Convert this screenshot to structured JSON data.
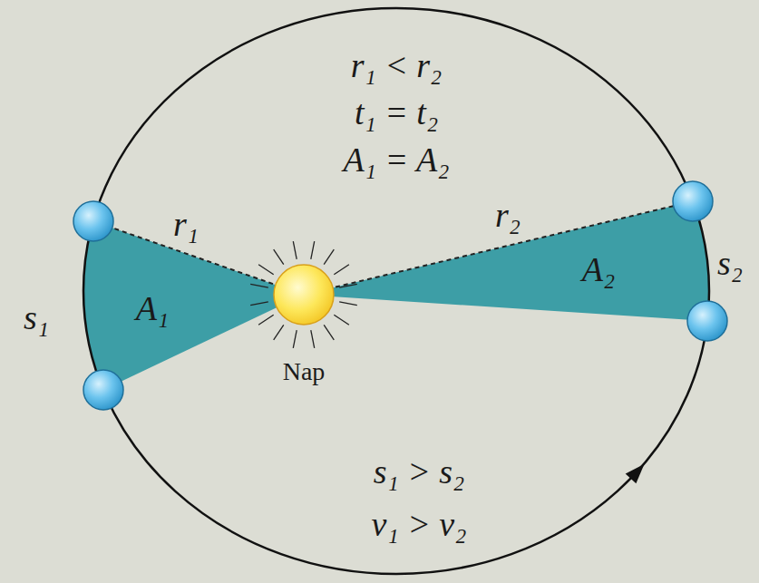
{
  "diagram": {
    "nodes": [
      {
        "text": [
          "Nap"
        ]
      }
    ],
    "labels": [
      "r₁ < r₂",
      "t₁ = t₂",
      "A₁ = A₂",
      "r₁",
      "r₂",
      "A₁",
      "A₂",
      "s₁",
      "s₂",
      "s₁ > s₂",
      "v₁ > v₂"
    ]
  }
}
